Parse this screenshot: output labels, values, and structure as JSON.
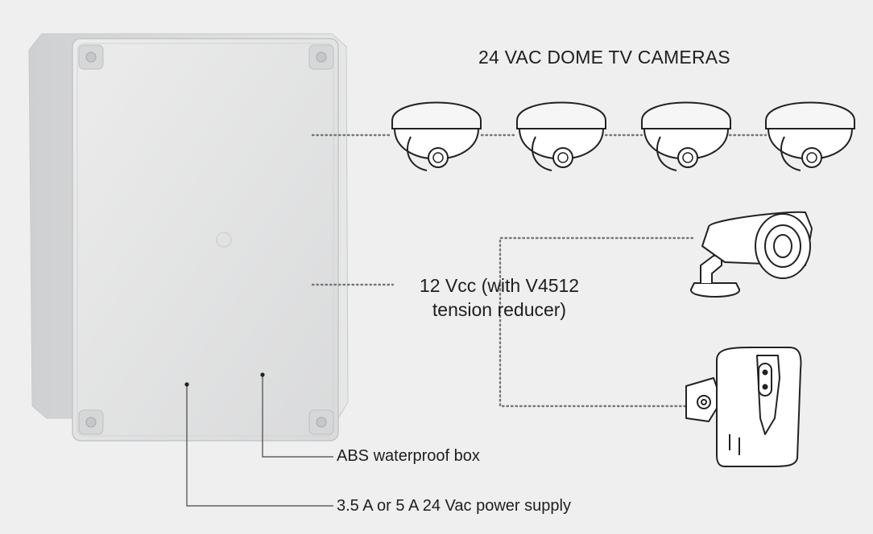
{
  "labels": {
    "cameras_title": "24 VAC DOME TV CAMERAS",
    "vcc_line1": "12 Vcc (with V4512",
    "vcc_line2": "tension reducer)",
    "box_label": "ABS waterproof box",
    "psu_label": "3.5 A or 5 A 24 Vac power supply"
  },
  "colors": {
    "background": "#efefef",
    "box_body": "#e4e5e5",
    "line": "#777777",
    "outline": "#222222"
  },
  "icons": [
    "enclosure-box",
    "dome-camera",
    "bullet-camera",
    "compact-camera"
  ]
}
